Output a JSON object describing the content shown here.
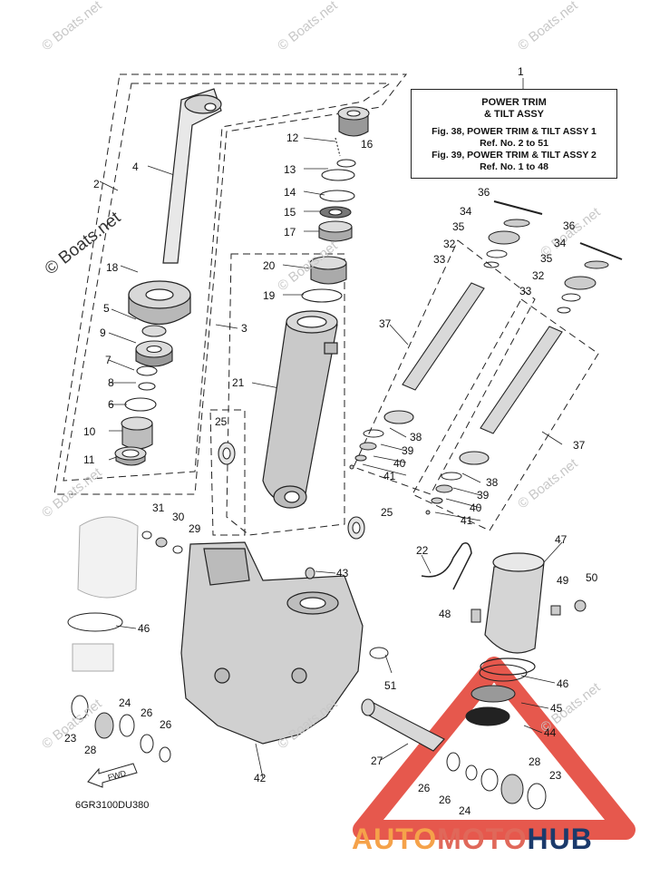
{
  "watermark": "© Boats.net",
  "title_box": {
    "title_line1": "POWER TRIM",
    "title_line2": "& TILT ASSY",
    "ref1_line1": "Fig. 38, POWER TRIM & TILT ASSY 1",
    "ref1_line2": "Ref. No. 2 to 51",
    "ref2_line1": "Fig. 39, POWER TRIM & TILT ASSY 2",
    "ref2_line2": "Ref. No. 1 to 48"
  },
  "diagram_code": "6GR3100DU380",
  "fwd_label": "FWD",
  "brand": {
    "part1": "AUTO",
    "part2": "MOTO",
    "part3": "HUB"
  },
  "colors": {
    "brand_orange": "#f5a24a",
    "brand_red": "#e0685a",
    "brand_navy": "#1b3a6b",
    "warning_red": "#e23b2e"
  },
  "callouts": [
    "1",
    "2",
    "3",
    "4",
    "5",
    "6",
    "7",
    "8",
    "9",
    "10",
    "11",
    "12",
    "13",
    "14",
    "15",
    "16",
    "17",
    "18",
    "19",
    "20",
    "21",
    "22",
    "23",
    "24",
    "25",
    "26",
    "27",
    "28",
    "29",
    "30",
    "31",
    "32",
    "33",
    "34",
    "35",
    "36",
    "37",
    "38",
    "39",
    "40",
    "41",
    "42",
    "43",
    "44",
    "45",
    "46",
    "47",
    "48",
    "49",
    "50",
    "51"
  ]
}
